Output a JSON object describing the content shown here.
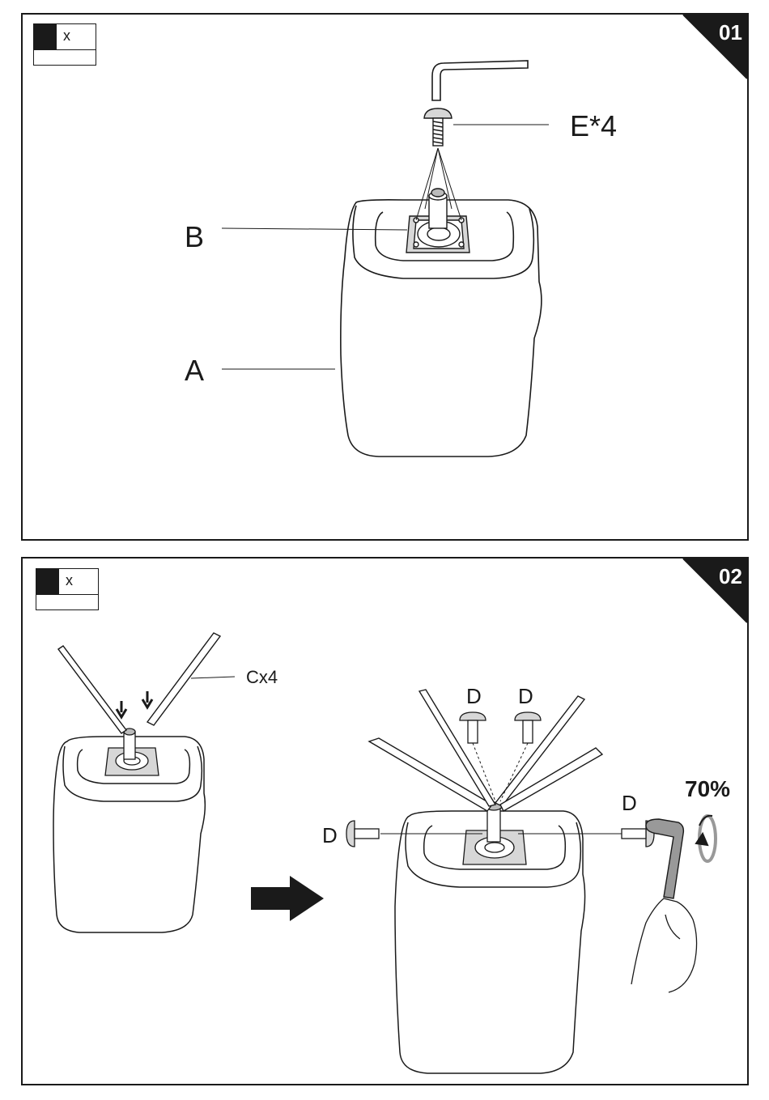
{
  "step1": {
    "number": "01",
    "legend_mark": "x",
    "labels": {
      "a": "A",
      "b": "B",
      "e": "E*4"
    }
  },
  "step2": {
    "number": "02",
    "legend_mark": "x",
    "labels": {
      "c": "Cx4",
      "d_top_left": "D",
      "d_top_right": "D",
      "d_left": "D",
      "d_right": "D",
      "percent": "70%"
    }
  },
  "icons": [
    "allen-key-icon",
    "bolt-icon",
    "arrow-right-icon",
    "rotation-arrow-icon",
    "hand-icon"
  ]
}
